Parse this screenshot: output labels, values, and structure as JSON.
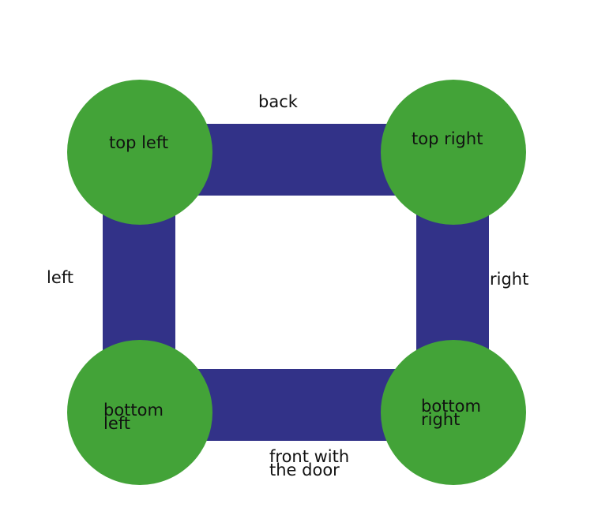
{
  "diagram": {
    "colors": {
      "wall": "#323288",
      "corner": "#43a338",
      "text": "#111111"
    },
    "corners": {
      "top_left": "top left",
      "top_right": "top right",
      "bottom_left": "bottom\nleft",
      "bottom_right": "bottom\nright"
    },
    "sides": {
      "back": "back",
      "left": "left",
      "right": "right",
      "front": "front with\nthe door"
    }
  }
}
